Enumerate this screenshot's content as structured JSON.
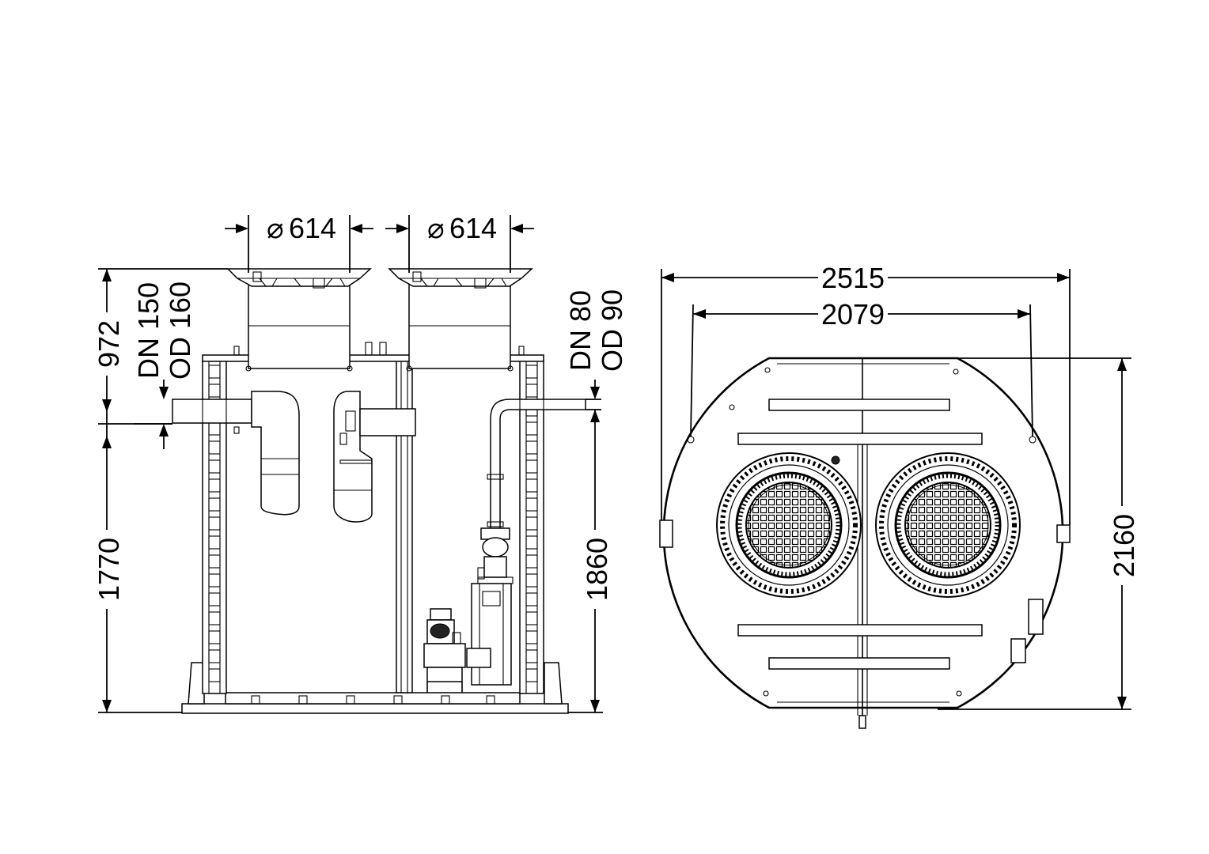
{
  "side_view": {
    "dia_left": "614",
    "dia_right": "614",
    "dia_symbol": "⌀",
    "h_top": "972",
    "h_bottom": "1770",
    "h_right": "1860",
    "inlet_dn": "DN 150",
    "inlet_od": "OD 160",
    "outlet_dn": "DN 80",
    "outlet_od": "OD 90"
  },
  "top_view": {
    "width_outer": "2515",
    "width_inner": "2079",
    "height": "2160"
  }
}
